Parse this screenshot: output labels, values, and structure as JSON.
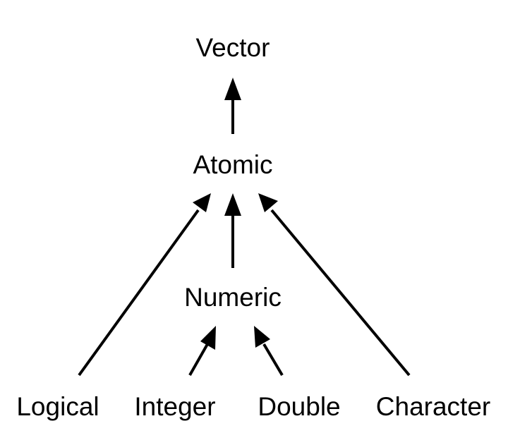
{
  "diagram": {
    "nodes": {
      "vector": "Vector",
      "atomic": "Atomic",
      "numeric": "Numeric",
      "logical": "Logical",
      "integer": "Integer",
      "double": "Double",
      "character": "Character"
    },
    "edges": [
      {
        "from": "atomic",
        "to": "vector"
      },
      {
        "from": "logical",
        "to": "atomic"
      },
      {
        "from": "numeric",
        "to": "atomic"
      },
      {
        "from": "character",
        "to": "atomic"
      },
      {
        "from": "integer",
        "to": "numeric"
      },
      {
        "from": "double",
        "to": "numeric"
      }
    ],
    "colors": {
      "line": "#000000",
      "text": "#000000",
      "background": "#ffffff"
    }
  }
}
